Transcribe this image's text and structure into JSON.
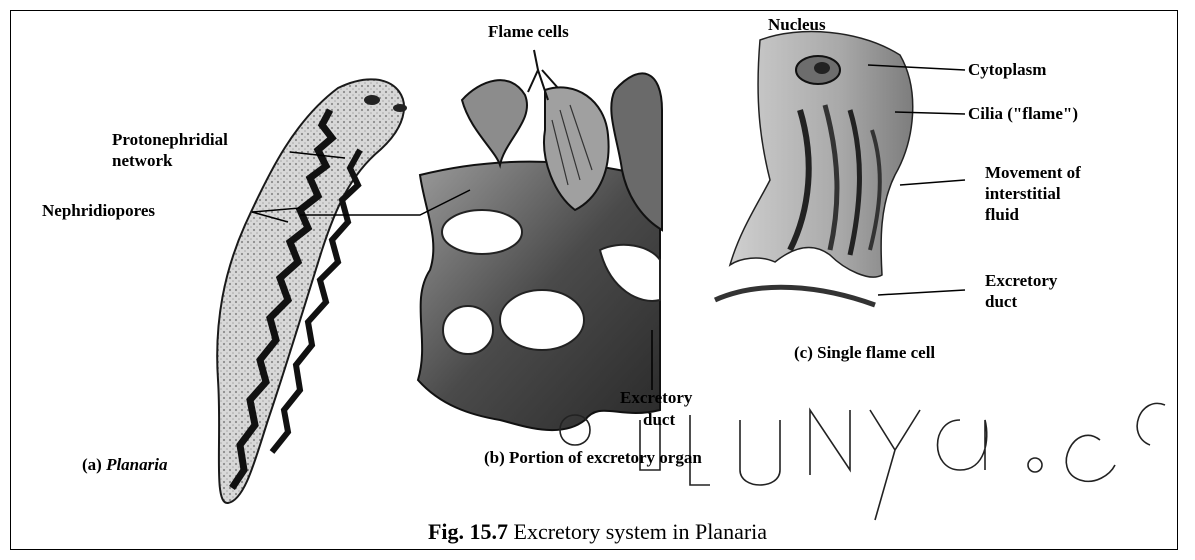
{
  "labels": {
    "flame_cells": "Flame cells",
    "protonephridial_line1": "Protonephridial",
    "protonephridial_line2": "network",
    "nephridiopores": "Nephridiopores",
    "excretory_duct_b_line1": "Excretory",
    "excretory_duct_b_line2": "duct",
    "part_a_prefix": "(a)",
    "part_a_name": "Planaria",
    "part_b": "(b) Portion of excretory organ",
    "nucleus": "Nucleus",
    "cytoplasm": "Cytoplasm",
    "cilia": "Cilia (\"flame\")",
    "movement_line1": "Movement of",
    "movement_line2": "interstitial",
    "movement_line3": "fluid",
    "excretory_duct_c_line1": "Excretory",
    "excretory_duct_c_line2": "duct",
    "part_c": "(c)  Single flame cell"
  },
  "caption": {
    "fig_number": "Fig. 15.7",
    "text": " Excretory system in Planaria"
  },
  "colors": {
    "ink": "#000000",
    "dark_gray": "#3a3a3a",
    "mid_gray": "#8a8a8a",
    "light_gray": "#c9c9c9",
    "watermark": "#222222"
  }
}
